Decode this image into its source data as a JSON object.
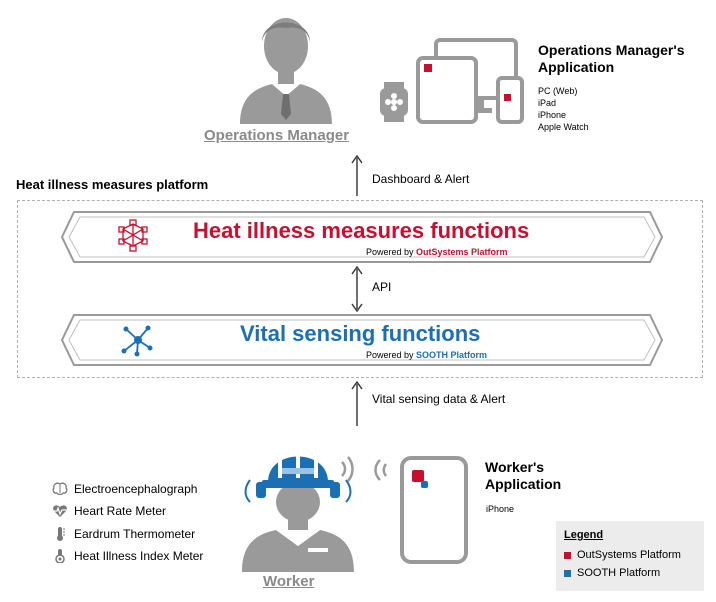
{
  "operations_manager": {
    "label": "Operations Manager",
    "app_title_line1": "Operations Manager's",
    "app_title_line2": "Application",
    "devices": [
      "PC (Web)",
      "iPad",
      "iPhone",
      "Apple Watch"
    ]
  },
  "edges": {
    "dashboard": "Dashboard & Alert",
    "api": "API",
    "vital_data": "Vital sensing data & Alert"
  },
  "platform": {
    "title": "Heat illness measures platform",
    "heat": {
      "title": "Heat illness measures functions",
      "powered_prefix": "Powered by ",
      "powered_name": "OutSystems Platform"
    },
    "vital": {
      "title": "Vital sensing functions",
      "powered_prefix": "Powered by ",
      "powered_name": "SOOTH Platform"
    }
  },
  "worker": {
    "label": "Worker",
    "app_title_line1": "Worker's",
    "app_title_line2": "Application",
    "devices": [
      "iPhone"
    ],
    "sensors": [
      {
        "label": "Electroencephalograph",
        "icon": "brain-icon"
      },
      {
        "label": "Heart Rate Meter",
        "icon": "heart-rate-icon"
      },
      {
        "label": "Eardrum Thermometer",
        "icon": "thermometer-icon"
      },
      {
        "label": "Heat Illness Index Meter",
        "icon": "index-meter-icon"
      }
    ]
  },
  "legend": {
    "title": "Legend",
    "items": [
      {
        "label": "OutSystems Platform",
        "color": "#c8102e"
      },
      {
        "label": "SOOTH Platform",
        "color": "#1a6fb5"
      }
    ]
  },
  "colors": {
    "outsystems": "#c8102e",
    "sooth": "#1a6fb5",
    "icon_gray": "#9a9a9a"
  }
}
